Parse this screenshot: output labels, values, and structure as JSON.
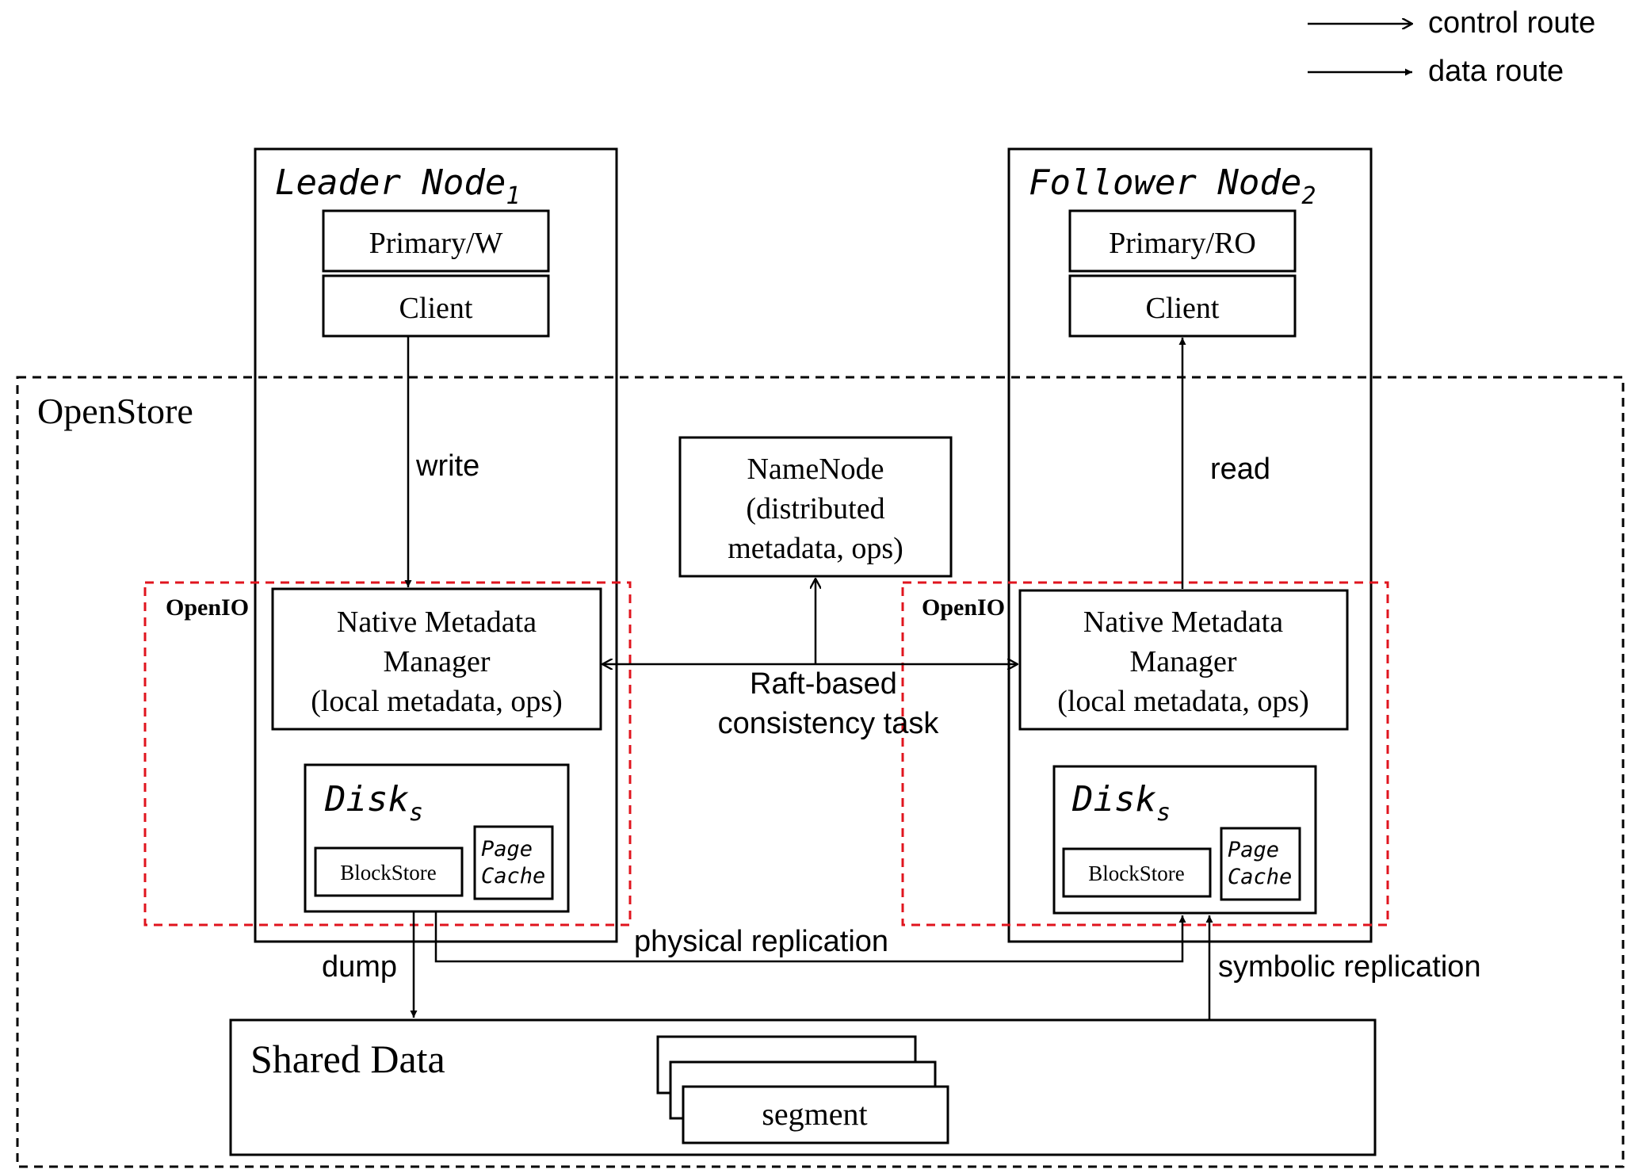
{
  "legend": {
    "control_route": "control route",
    "data_route": "data route"
  },
  "openstore_label": "OpenStore",
  "leader": {
    "title": "Leader Node",
    "subscript": "1",
    "primary": "Primary/W",
    "client": "Client",
    "openio": "OpenIO",
    "nmm_line1": "Native Metadata",
    "nmm_line2": "Manager",
    "nmm_line3": "(local metadata, ops)",
    "disk_title": "Disk",
    "disk_subscript": "s",
    "blockstore": "BlockStore",
    "page": "Page",
    "cache": "Cache"
  },
  "follower": {
    "title": "Follower Node",
    "subscript": "2",
    "primary": "Primary/RO",
    "client": "Client",
    "openio": "OpenIO",
    "nmm_line1": "Native Metadata",
    "nmm_line2": "Manager",
    "nmm_line3": "(local metadata, ops)",
    "disk_title": "Disk",
    "disk_subscript": "s",
    "blockstore": "BlockStore",
    "page": "Page",
    "cache": "Cache"
  },
  "namenode": {
    "line1": "NameNode",
    "line2": "(distributed",
    "line3": "metadata, ops)"
  },
  "edges": {
    "write": "write",
    "read": "read",
    "raft_line1": "Raft-based",
    "raft_line2": "consistency task",
    "physical_replication": "physical replication",
    "dump": "dump",
    "symbolic_replication": "symbolic replication"
  },
  "shared_data": {
    "title": "Shared Data",
    "segment": "segment"
  },
  "colors": {
    "stroke": "#000000",
    "openio_border": "#e0141e",
    "background": "#ffffff"
  }
}
